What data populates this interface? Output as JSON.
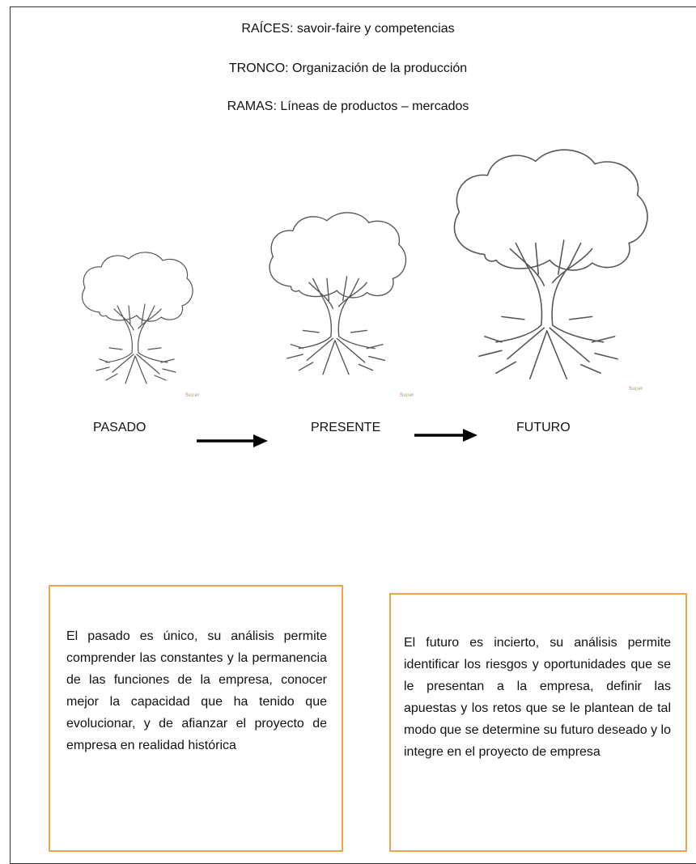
{
  "header": {
    "line1": "RAÍCES: savoir-faire y competencias",
    "line2": "TRONCO: Organización de la producción",
    "line3": "RAMAS: Líneas de productos – mercados"
  },
  "stages": [
    {
      "label": "PASADO"
    },
    {
      "label": "PRESENTE"
    },
    {
      "label": "FUTURO"
    }
  ],
  "boxes": {
    "past": "El pasado es único, su análisis permite comprender las constantes y la permanencia de las funciones de la empresa, conocer mejor la capacidad que ha tenido que evolucionar, y de afianzar el proyecto de empresa en realidad histórica",
    "future": "El futuro es incierto, su análisis permite identificar los riesgos y oportunidades que se le presentan a la empresa, definir las apuestas y los retos que se le plantean de tal modo que se determine su futuro deseado y lo integre en el proyecto de empresa"
  },
  "colors": {
    "box_border": "#f0a24c",
    "tree_stroke": "#555555",
    "arrow": "#000000"
  }
}
